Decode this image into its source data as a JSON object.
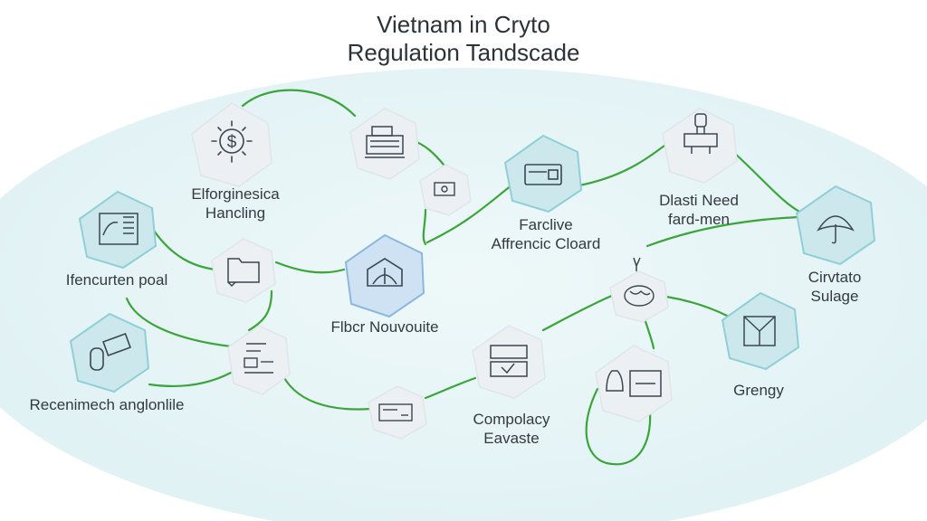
{
  "title": {
    "line1": "Vietnam in Cryto",
    "line2": "Regulation Tandscade"
  },
  "colors": {
    "accent_green": "#3aa53a",
    "node_teal": "#cde8ec",
    "node_teal_border": "#8fcfd8",
    "node_blue": "#cfe2f3",
    "node_blue_border": "#8bb8dd",
    "node_grey": "#ecf0f2",
    "icon_stroke": "#3b4650",
    "text": "#333a40"
  },
  "nodes": [
    {
      "id": "node-dollar",
      "icon": "dollar-sun-icon",
      "style": "grey"
    },
    {
      "id": "node-cash-register",
      "icon": "cash-register-icon",
      "style": "grey"
    },
    {
      "id": "node-small-bill",
      "icon": "bill-icon",
      "style": "grey"
    },
    {
      "id": "node-card",
      "icon": "card-icon",
      "style": "teal"
    },
    {
      "id": "node-plug",
      "icon": "plug-icon",
      "style": "grey"
    },
    {
      "id": "node-umbrella",
      "icon": "umbrella-icon",
      "style": "teal"
    },
    {
      "id": "node-ledger",
      "icon": "ledger-icon",
      "style": "teal"
    },
    {
      "id": "node-folder",
      "icon": "folder-icon",
      "style": "grey"
    },
    {
      "id": "node-book",
      "icon": "book-icon",
      "style": "blue"
    },
    {
      "id": "node-globe",
      "icon": "globe-icon",
      "style": "grey"
    },
    {
      "id": "node-phone-card",
      "icon": "phone-card-icon",
      "style": "teal"
    },
    {
      "id": "node-document",
      "icon": "document-icon",
      "style": "grey"
    },
    {
      "id": "node-printer",
      "icon": "printer-icon",
      "style": "grey"
    },
    {
      "id": "node-receipt",
      "icon": "receipt-icon",
      "style": "grey"
    },
    {
      "id": "node-box",
      "icon": "box-icon",
      "style": "teal"
    },
    {
      "id": "node-bottle-file",
      "icon": "bottle-file-icon",
      "style": "grey"
    }
  ],
  "labels": {
    "elforginesica": [
      "Elforginesica",
      "Hancling"
    ],
    "ifencurter": [
      "Ifencurten poal"
    ],
    "recenimech": [
      "Recenimech anglonlile"
    ],
    "flbcr": [
      "Flbcr Nouvouite"
    ],
    "farclive": [
      "Farclive",
      "Affrencic Cloard"
    ],
    "dlastineed": [
      "Dlasti Need",
      "fard-men"
    ],
    "cirvtato": [
      "Cirvtato",
      "Sulage"
    ],
    "grengy": [
      "Grengy"
    ],
    "compolacy": [
      "Compolacy",
      "Eavaste"
    ]
  }
}
